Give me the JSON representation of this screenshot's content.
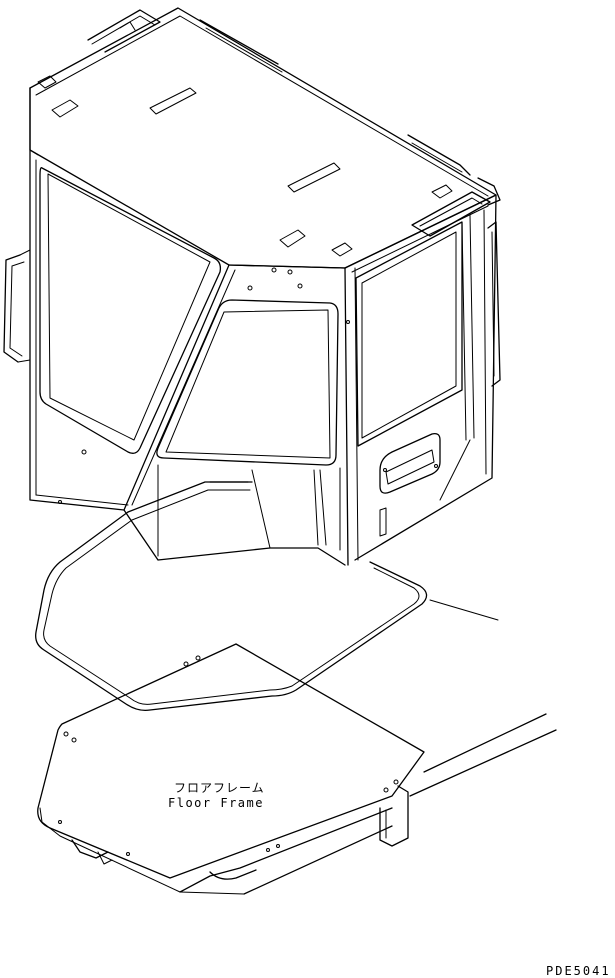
{
  "labels": {
    "floor_frame_jp": "フロアフレーム",
    "floor_frame_en": "Floor Frame",
    "drawing_code": "PDE5041"
  }
}
